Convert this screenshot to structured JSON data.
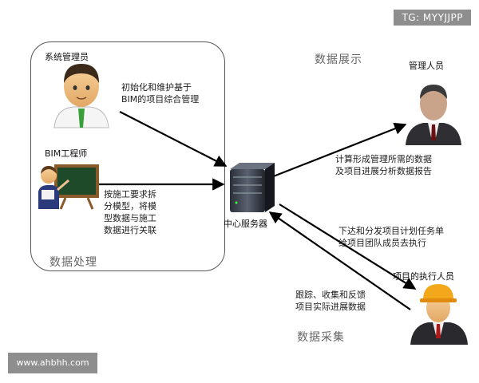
{
  "watermark_top": "TG: MYYJJPP",
  "watermark_bottom": "www.ahbhh.com",
  "sections": {
    "processing": "数据处理",
    "display": "数据展示",
    "collection": "数据采集"
  },
  "roles": {
    "system_admin": "系统管理员",
    "bim_engineer": "BIM工程师",
    "manager": "管理人员",
    "executor": "项目的执行人员",
    "server": "中心服务器"
  },
  "annotations": {
    "admin_task": [
      "初始化和维护基于",
      "BIM的项目综合管理"
    ],
    "bim_task": [
      "按施工要求拆",
      "分模型，将模",
      "型数据与施工",
      "数据进行关联"
    ],
    "display_task": [
      "计算形成管理所需的数据",
      "及项目进展分析数据报告"
    ],
    "dispatch_task": [
      "下达和分发项目计划任务单",
      "给项目团队成员去执行"
    ],
    "feedback_task": [
      "跟踪、收集和反馈",
      "项目实际进展数据"
    ]
  }
}
